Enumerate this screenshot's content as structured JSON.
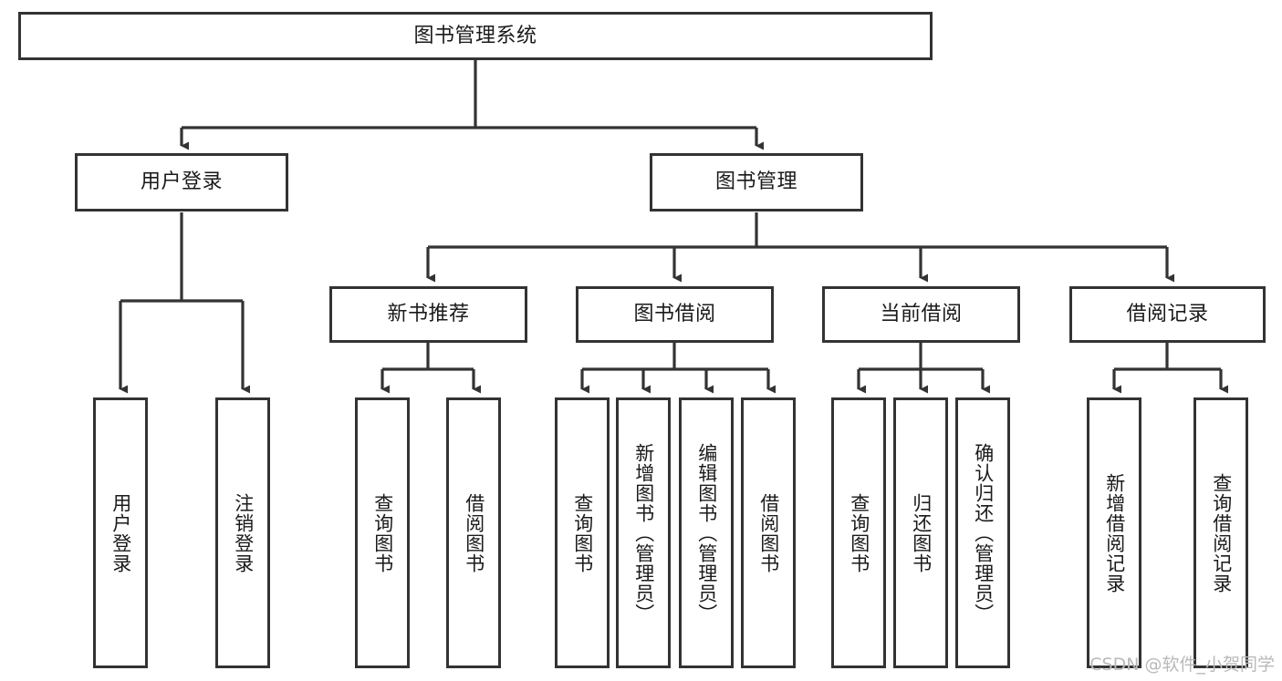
{
  "diagram": {
    "title_node": {
      "label": "图书管理系统"
    },
    "level2": [
      {
        "id": "user-login",
        "label": "用户登录"
      },
      {
        "id": "book-management",
        "label": "图书管理"
      }
    ],
    "level3": [
      {
        "id": "new-book-recommend",
        "label": "新书推荐"
      },
      {
        "id": "book-borrow",
        "label": "图书借阅"
      },
      {
        "id": "current-borrow",
        "label": "当前借阅"
      },
      {
        "id": "borrow-record",
        "label": "借阅记录"
      }
    ],
    "leaves": {
      "user_login": [
        {
          "id": "leaf-user-login",
          "label": "用户登录"
        },
        {
          "id": "leaf-logout-login",
          "label": "注销登录"
        }
      ],
      "new_book_recommend": [
        {
          "id": "leaf-query-book-1",
          "label": "查询图书"
        },
        {
          "id": "leaf-borrow-book-1",
          "label": "借阅图书"
        }
      ],
      "book_borrow": [
        {
          "id": "leaf-query-book-2",
          "label": "查询图书"
        },
        {
          "id": "leaf-add-book",
          "label": "新增图书（管理员）"
        },
        {
          "id": "leaf-edit-book",
          "label": "编辑图书（管理员）"
        },
        {
          "id": "leaf-borrow-book-2",
          "label": "借阅图书"
        }
      ],
      "current_borrow": [
        {
          "id": "leaf-query-book-3",
          "label": "查询图书"
        },
        {
          "id": "leaf-return-book",
          "label": "归还图书"
        },
        {
          "id": "leaf-confirm-return",
          "label": "确认归还（管理员）"
        }
      ],
      "borrow_record": [
        {
          "id": "leaf-add-record",
          "label": "新增借阅记录"
        },
        {
          "id": "leaf-query-record",
          "label": "查询借阅记录"
        }
      ]
    },
    "watermark": "CSDN @软件_小贺同学",
    "colors": {
      "stroke": "#333333",
      "background": "#ffffff",
      "text": "#1a1a1a",
      "watermark": "#b9b9b9"
    }
  }
}
